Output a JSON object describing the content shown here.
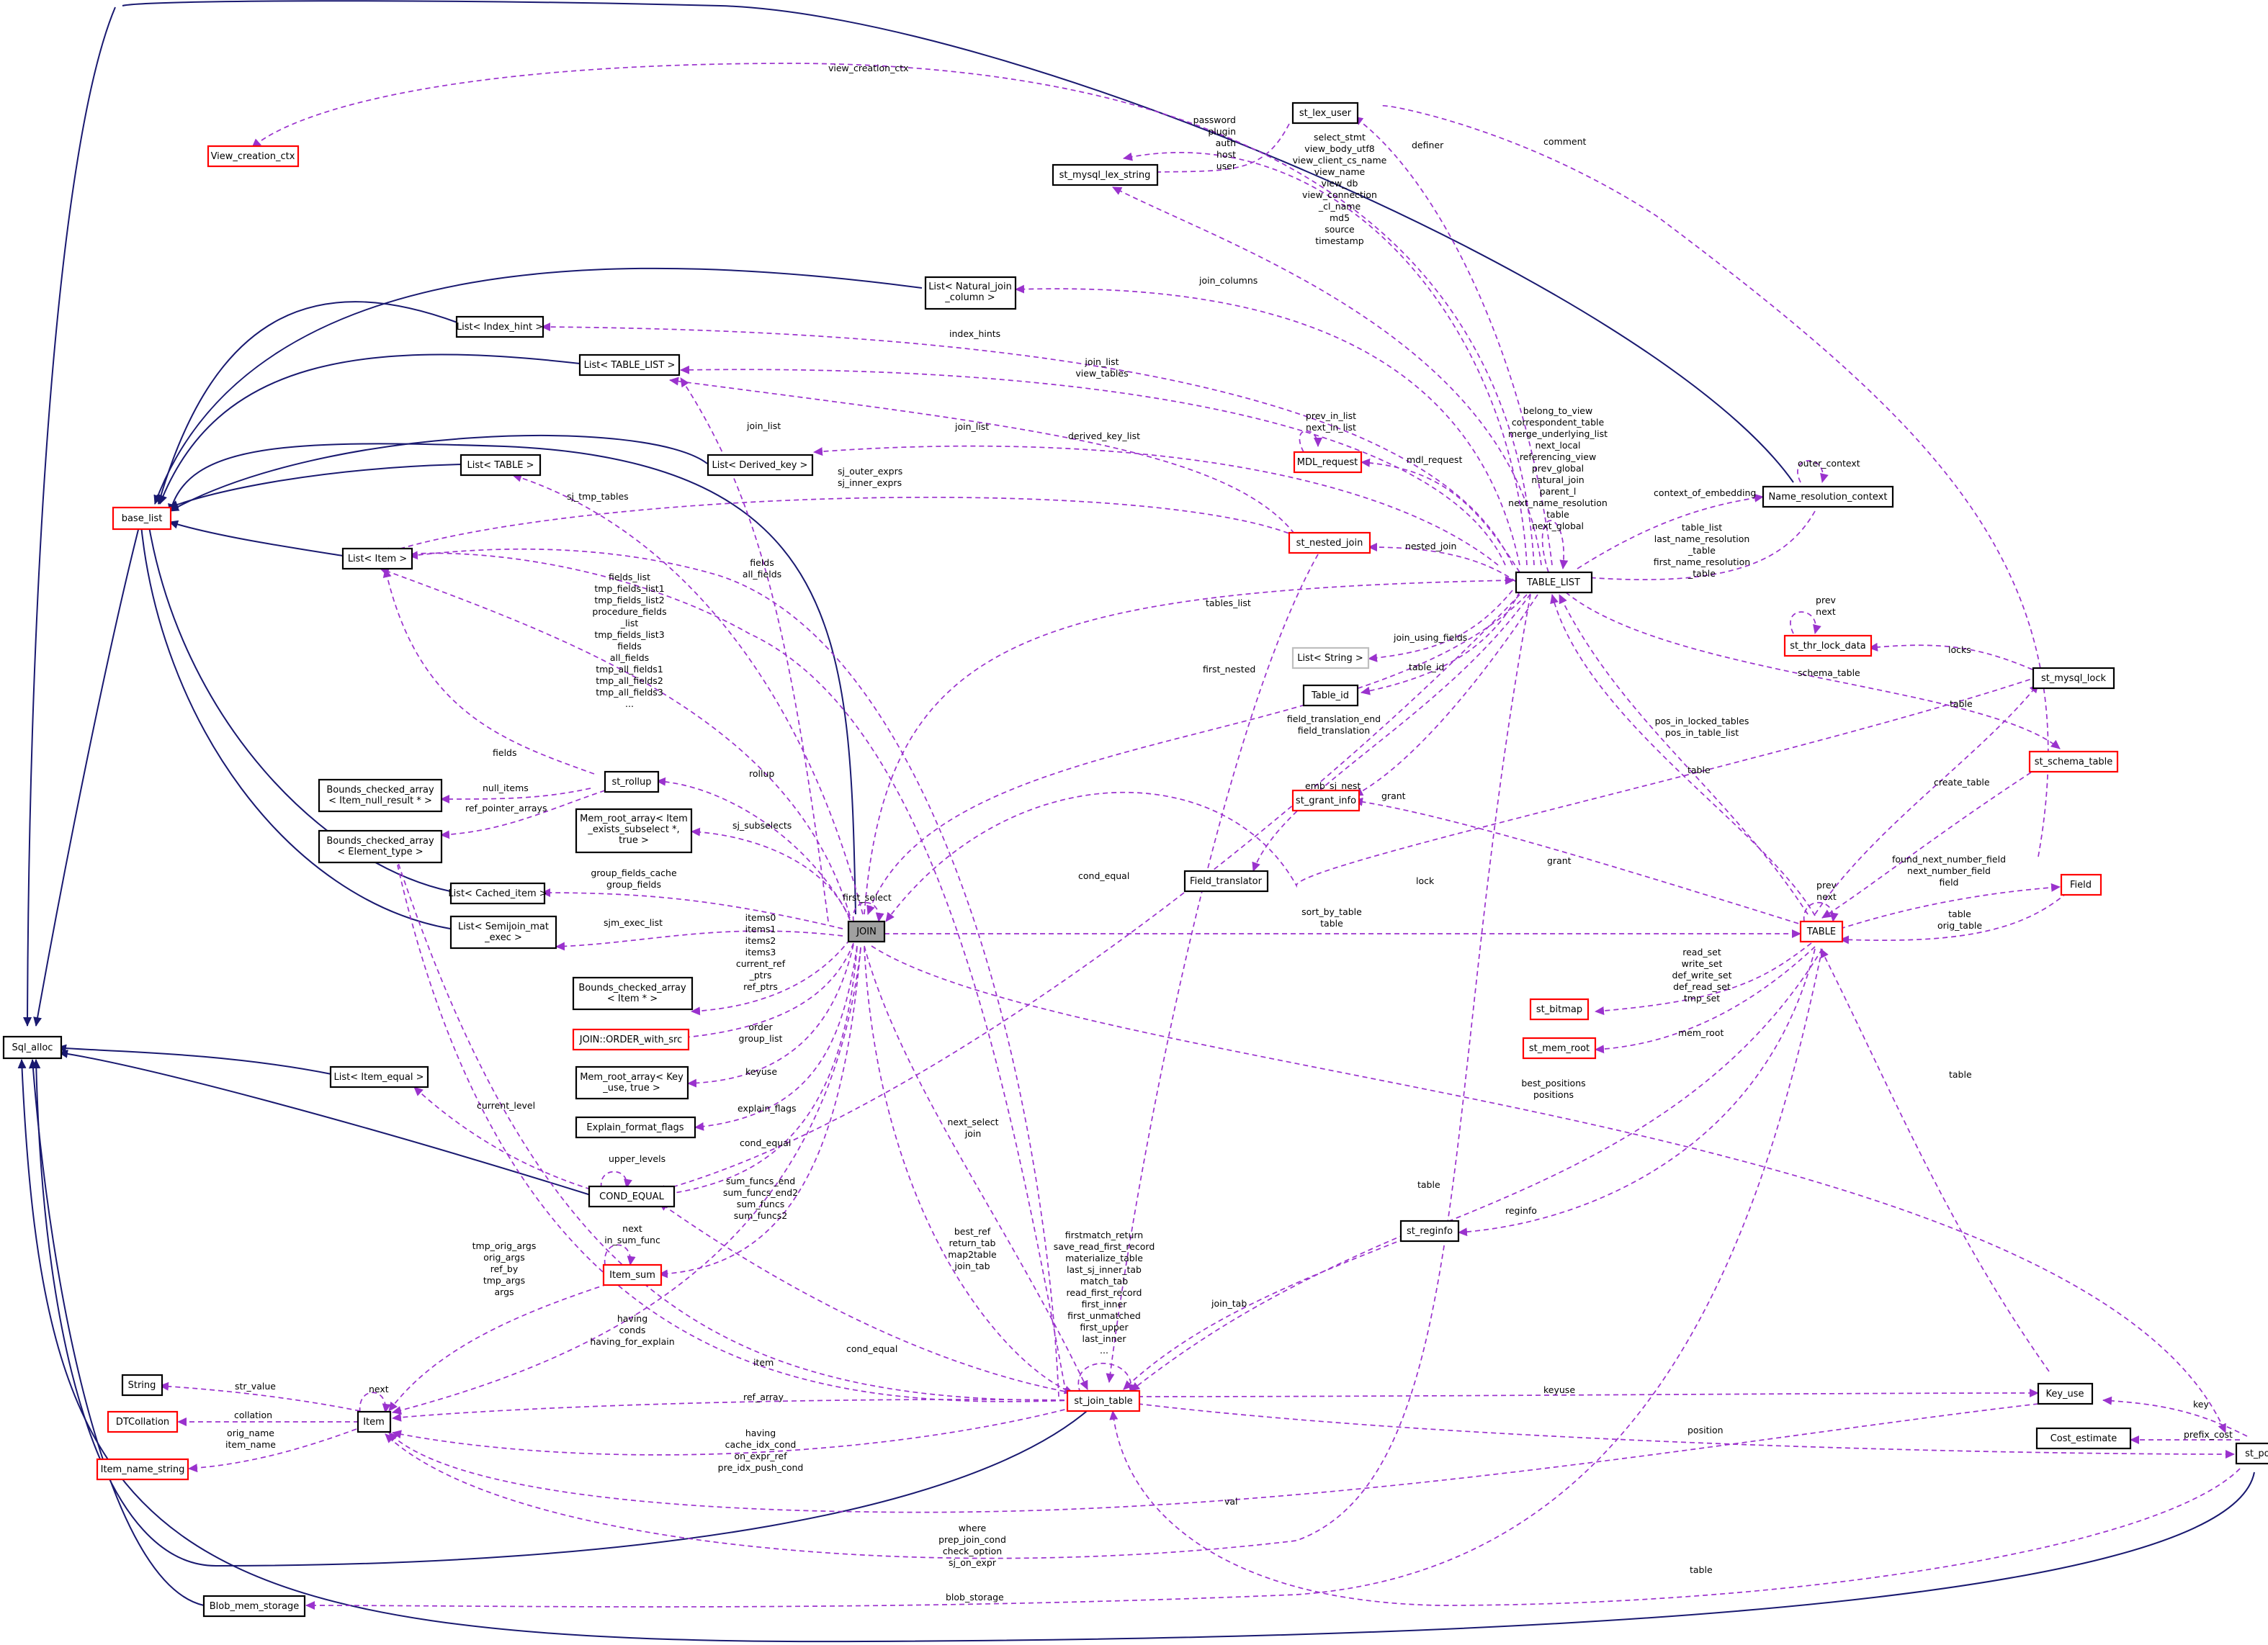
{
  "colors": {
    "inherit_edge": "#191970",
    "member_edge": "#9a32cd",
    "node_border": "#000000",
    "incomplete_border": "#ff0000",
    "focus_fill": "#a0a0a0",
    "grey_border": "#bfbfbf"
  },
  "nodes": {
    "sql_alloc": "Sql_alloc",
    "base_list": "base_list",
    "view_creation_ctx": "View_creation_ctx",
    "list_index_hint": "List< Index_hint >",
    "list_table_list": "List< TABLE_LIST >",
    "list_natural_join": [
      "List< Natural_join",
      "_column >"
    ],
    "list_table": "List< TABLE >",
    "list_item": "List< Item >",
    "list_derived_key": "List< Derived_key >",
    "bca_item_null": [
      "Bounds_checked_array",
      "< Item_null_result * >"
    ],
    "bca_element": [
      "Bounds_checked_array",
      "< Element_type >"
    ],
    "st_rollup": "st_rollup",
    "mem_root_item_exists": [
      "Mem_root_array< Item",
      "_exists_subselect *,",
      "true >"
    ],
    "list_cached_item": "List< Cached_item >",
    "list_semijoin": [
      "List< Semijoin_mat",
      "_exec >"
    ],
    "bca_item": [
      "Bounds_checked_array",
      "< Item * >"
    ],
    "join_order": "JOIN::ORDER_with_src",
    "mem_root_key_use": [
      "Mem_root_array< Key",
      "_use, true >"
    ],
    "explain_format_flags": "Explain_format_flags",
    "list_item_equal": "List< Item_equal >",
    "cond_equal": "COND_EQUAL",
    "item_sum": "Item_sum",
    "string": "String",
    "item": "Item",
    "dtcollation": "DTCollation",
    "item_name_string": "Item_name_string",
    "blob_mem_storage": "Blob_mem_storage",
    "join": "JOIN",
    "st_lex_user": "st_lex_user",
    "st_mysql_lex_string": "st_mysql_lex_string",
    "mdl_request": "MDL_request",
    "st_nested_join": "st_nested_join",
    "list_string": "List< String >",
    "table_id": "Table_id",
    "field_translator": "Field_translator",
    "st_grant_info": "st_grant_info",
    "table_list": "TABLE_LIST",
    "name_resolution_context": "Name_resolution_context",
    "st_thr_lock_data": "st_thr_lock_data",
    "st_mysql_lock": "st_mysql_lock",
    "st_schema_table": "st_schema_table",
    "field": "Field",
    "table": "TABLE",
    "st_bitmap": "st_bitmap",
    "st_mem_root": "st_mem_root",
    "st_reginfo": "st_reginfo",
    "st_join_table": "st_join_table",
    "key_use": "Key_use",
    "cost_estimate": "Cost_estimate",
    "st_position": "st_position"
  },
  "labels": {
    "view_creation_ctx": "view_creation_ctx",
    "comment": "comment",
    "lex_user_members": [
      "password",
      "plugin",
      "auth",
      "host",
      "user"
    ],
    "view_members": [
      "select_stmt",
      "view_body_utf8",
      "view_client_cs_name",
      "view_name",
      "view_db",
      "view_connection",
      "_cl_name",
      "md5",
      "source",
      "timestamp"
    ],
    "definer": "definer",
    "join_columns": "join_columns",
    "index_hints": "index_hints",
    "join_list_view_tables": [
      "join_list",
      "view_tables"
    ],
    "join_list_a": "join_list",
    "join_list_b": "join_list",
    "derived_key_list": "derived_key_list",
    "sj_exprs": [
      "sj_outer_exprs",
      "sj_inner_exprs"
    ],
    "sj_tmp_tables": "sj_tmp_tables",
    "mdl_self": [
      "prev_in_list",
      "next_in_list"
    ],
    "mdl_request": "mdl_request",
    "table_list_self": [
      "belong_to_view",
      "correspondent_table",
      "merge_underlying_list",
      "next_local",
      "referencing_view",
      "prev_global",
      "natural_join",
      "parent_l",
      "next_name_resolution",
      "table",
      "next_global"
    ],
    "outer_context": "outer_context",
    "context_of_embedding": "context_of_embedding",
    "ctx_tables": [
      "table_list",
      "last_name_resolution",
      "_table",
      "first_name_resolution",
      "_table"
    ],
    "nested_join": "nested_join",
    "fields_all_fields": [
      "fields",
      "all_fields"
    ],
    "tables_list": "tables_list",
    "list_item_members": [
      "fields_list",
      "tmp_fields_list1",
      "tmp_fields_list2",
      "procedure_fields",
      "_list",
      "tmp_fields_list3",
      "fields",
      "all_fields",
      "tmp_all_fields1",
      "tmp_all_fields2",
      "tmp_all_fields3",
      "..."
    ],
    "join_using_fields": "join_using_fields",
    "table_id": "table_id",
    "thr_self": [
      "prev",
      "next"
    ],
    "locks": "locks",
    "schema_table": "schema_table",
    "first_nested": "first_nested",
    "field_translation": [
      "field_translation_end",
      "field_translation"
    ],
    "pos_in_tables": [
      "pos_in_locked_tables",
      "pos_in_table_list"
    ],
    "table_lbl_lock": "table",
    "fields": "fields",
    "rollup": "rollup",
    "null_items": "null_items",
    "ref_pointer_arrays": "ref_pointer_arrays",
    "sj_subselects": "sj_subselects",
    "emb_sj_nest": "emb_sj_nest",
    "grant_a": "grant",
    "create_table": "create_table",
    "table_lbl_tl": "table",
    "group_fields": [
      "group_fields_cache",
      "group_fields"
    ],
    "first_select": "first_select",
    "cond_equal_a": "cond_equal",
    "lock": "lock",
    "grant_b": "grant",
    "field_members": [
      "found_next_number_field",
      "next_number_field",
      "field"
    ],
    "table_self": [
      "prev",
      "next"
    ],
    "sjm_exec_list": "sjm_exec_list",
    "items_members": [
      "items0",
      "items1",
      "items2",
      "items3",
      "current_ref",
      "_ptrs",
      "ref_ptrs"
    ],
    "sort_by_table": [
      "sort_by_table",
      "table"
    ],
    "table_orig": [
      "table",
      "orig_table"
    ],
    "order_group": [
      "order",
      "group_list"
    ],
    "bitmap_members": [
      "read_set",
      "write_set",
      "def_write_set",
      "def_read_set",
      "tmp_set"
    ],
    "keyuse_a": "keyuse",
    "mem_root": "mem_root",
    "current_level": "current_level",
    "explain_flags": "explain_flags",
    "next_select": [
      "next_select",
      "join"
    ],
    "table_lbl_key": "table",
    "best_positions": [
      "best_positions",
      "positions"
    ],
    "upper_levels": "upper_levels",
    "cond_equal_b": "cond_equal",
    "sum_funcs": [
      "sum_funcs_end",
      "sum_funcs_end2",
      "sum_funcs",
      "sum_funcs2"
    ],
    "table_lbl_reginfo": "table",
    "reginfo": "reginfo",
    "item_sum_self": [
      "next",
      "in_sum_func"
    ],
    "item_sum_args": [
      "tmp_orig_args",
      "orig_args",
      "ref_by",
      "tmp_args",
      "args"
    ],
    "join_tab_refs": [
      "best_ref",
      "return_tab",
      "map2table",
      "join_tab"
    ],
    "join_tab_self": [
      "firstmatch_return",
      "save_read_first_record",
      "materialize_table",
      "last_sj_inner_tab",
      "match_tab",
      "read_first_record",
      "first_inner",
      "first_unmatched",
      "first_upper",
      "last_inner",
      "..."
    ],
    "join_tab_lbl": "join_tab",
    "having_conds": [
      "having",
      "conds",
      "having_for_explain"
    ],
    "item_lbl": "item",
    "cond_equal_c": "cond_equal",
    "str_value": "str_value",
    "item_self": "next",
    "collation": "collation",
    "orig_name": [
      "orig_name",
      "item_name"
    ],
    "ref_array": "ref_array",
    "keyuse_b": "keyuse",
    "key": "key",
    "prefix_cost": "prefix_cost",
    "having_cache": [
      "having",
      "cache_idx_cond",
      "on_expr_ref",
      "pre_idx_push_cond"
    ],
    "position": "position",
    "val": "val",
    "where_members": [
      "where",
      "prep_join_cond",
      "check_option",
      "sj_on_expr"
    ],
    "blob_storage": "blob_storage",
    "table_lbl_pos": "table"
  }
}
